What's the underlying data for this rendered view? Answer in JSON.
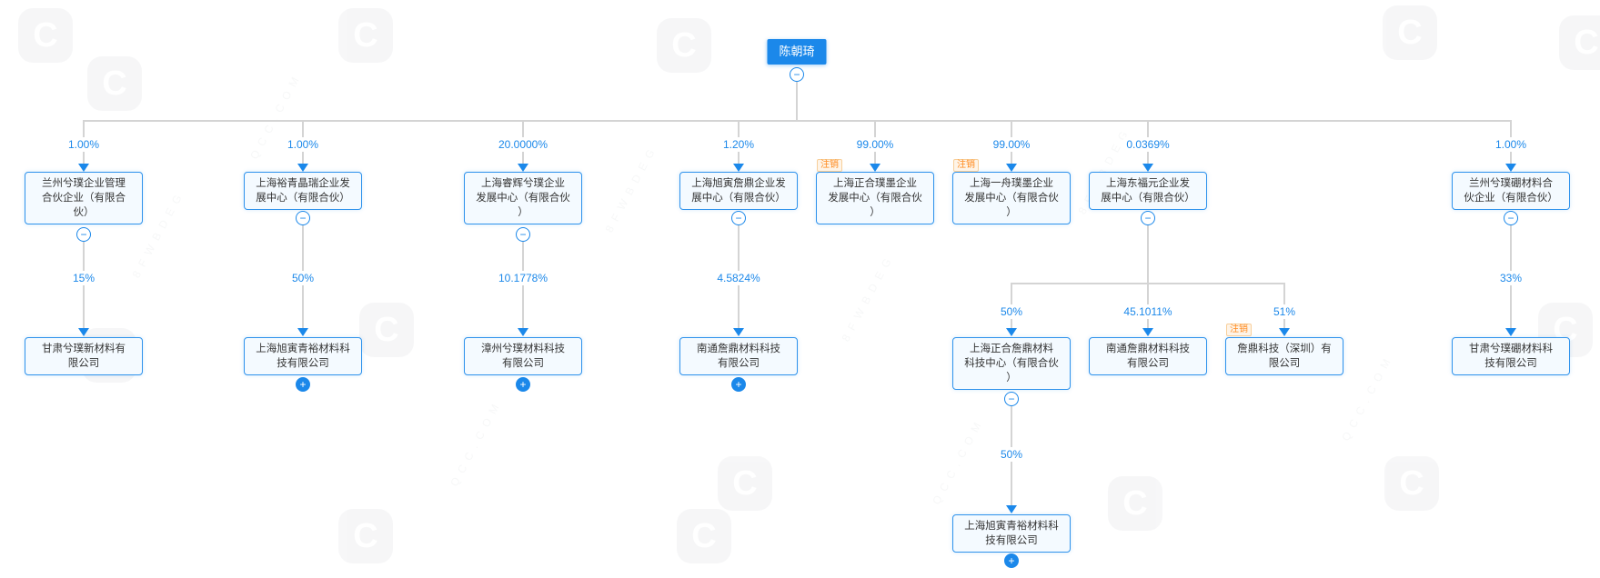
{
  "root": {
    "name": "陈朝琦"
  },
  "icons": {
    "collapse": "−",
    "expand": "+"
  },
  "watermark": {
    "brand_initial": "C",
    "domain": "QCC.COM",
    "letters": "8FWBDEG"
  },
  "nodes": {
    "n1": {
      "name": "兰州兮璞企业管理\n合伙企业（有限合\n伙）",
      "percent": "1.00%"
    },
    "n1c": {
      "name": "甘肃兮璞新材料有\n限公司",
      "percent": "15%"
    },
    "n2": {
      "name": "上海裕青晶瑞企业发\n展中心（有限合伙）",
      "percent": "1.00%"
    },
    "n2c": {
      "name": "上海旭寅青裕材料科\n技有限公司",
      "percent": "50%"
    },
    "n3": {
      "name": "上海睿辉兮璞企业\n发展中心（有限合伙\n）",
      "percent": "20.0000%"
    },
    "n3c": {
      "name": "漳州兮璞材料科技\n有限公司",
      "percent": "10.1778%"
    },
    "n4": {
      "name": "上海旭寅詹鼎企业发\n展中心（有限合伙）",
      "percent": "1.20%"
    },
    "n4c": {
      "name": "南通詹鼎材料科技\n有限公司",
      "percent": "4.5824%"
    },
    "n5": {
      "name": "上海正合璞墨企业\n发展中心（有限合伙\n）",
      "percent": "99.00%",
      "status": "注销"
    },
    "n6": {
      "name": "上海一舟璞墨企业\n发展中心（有限合伙\n）",
      "percent": "99.00%",
      "status": "注销"
    },
    "n7": {
      "name": "上海东福元企业发\n展中心（有限合伙）",
      "percent": "0.0369%"
    },
    "n7c1": {
      "name": "上海正合詹鼎材料\n科技中心（有限合伙\n）",
      "percent": "50%"
    },
    "n7c1c": {
      "name": "上海旭寅青裕材料科\n技有限公司",
      "percent": "50%"
    },
    "n7c2": {
      "name": "南通詹鼎材料科技\n有限公司",
      "percent": "45.1011%"
    },
    "n7c3": {
      "name": "詹鼎科技（深圳）有\n限公司",
      "percent": "51%",
      "status": "注销"
    },
    "n8": {
      "name": "兰州兮璞硼材料合\n伙企业（有限合伙）",
      "percent": "1.00%"
    },
    "n8c": {
      "name": "甘肃兮璞硼材料科\n技有限公司",
      "percent": "33%"
    }
  }
}
